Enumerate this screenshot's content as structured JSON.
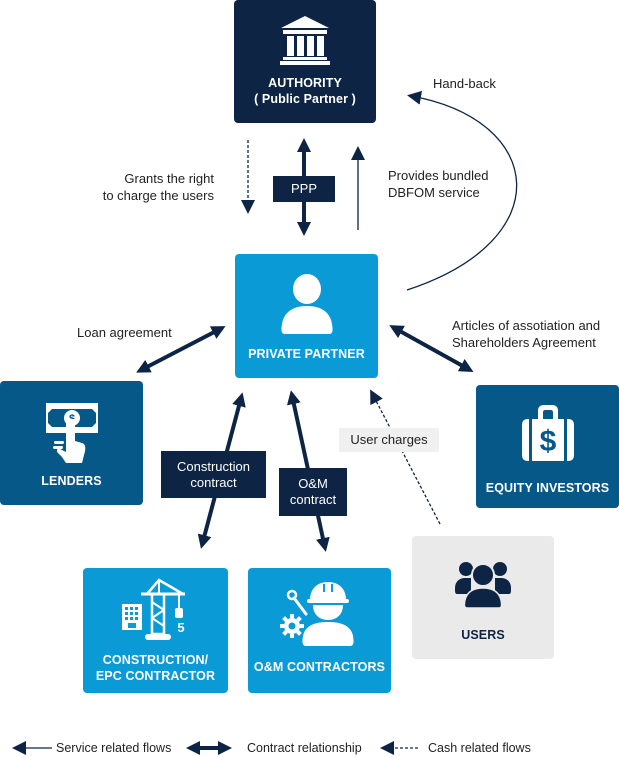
{
  "nodes": {
    "authority": {
      "line1": "AUTHORITY",
      "line2": "( Public Partner )",
      "icon": "government-building-icon"
    },
    "private_partner": {
      "label": "PRIVATE PARTNER",
      "icon": "person-icon"
    },
    "lenders": {
      "label": "LENDERS",
      "icon": "cash-withdrawal-icon"
    },
    "equity_investors": {
      "label": "EQUITY INVESTORS",
      "icon": "money-bag-icon"
    },
    "construction": {
      "line1": "CONSTRUCTION/",
      "line2": "EPC CONTRACTOR",
      "icon": "crane-building-icon"
    },
    "om_contractors": {
      "label": "O&M CONTRACTORS",
      "icon": "worker-gear-icon"
    },
    "users": {
      "label": "USERS",
      "icon": "group-users-icon"
    }
  },
  "edge_labels": {
    "grants_line1": "Grants the right",
    "grants_line2": "to charge the users",
    "ppp": "PPP",
    "provides_line1": "Provides bundled",
    "provides_line2": "DBFOM service",
    "handback": "Hand-back",
    "loan": "Loan agreement",
    "articles_line1": "Articles of assotiation and",
    "articles_line2": "Shareholders Agreement",
    "user_charges": "User charges",
    "construction_contract_line1": "Construction",
    "construction_contract_line2": "contract",
    "om_contract_line1": "O&M",
    "om_contract_line2": "contract"
  },
  "legend": {
    "service": "Service related flows",
    "contract": "Contract relationship",
    "cash": "Cash related flows"
  },
  "colors": {
    "navy": "#0d2444",
    "bright_blue": "#0a9bd6",
    "steel_blue": "#055887",
    "light_grey": "#eaeaea"
  }
}
